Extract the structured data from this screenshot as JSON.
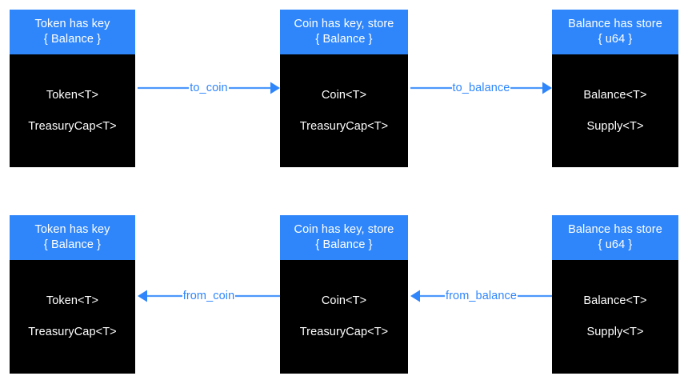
{
  "diagram": {
    "background_color": "#ffffff",
    "accent_color": "#2f86fb",
    "node_body_color": "#000000",
    "node_text_color": "#ffffff",
    "rows": [
      {
        "direction": "left-to-right",
        "nodes": [
          {
            "id": "token-forward",
            "header_line1": "Token has key",
            "header_line2": "{ Balance }",
            "body_line1": "Token<T>",
            "body_line2": "TreasuryCap<T>"
          },
          {
            "id": "coin-forward",
            "header_line1": "Coin has key, store",
            "header_line2": "{ Balance }",
            "body_line1": "Coin<T>",
            "body_line2": "TreasuryCap<T>"
          },
          {
            "id": "balance-forward",
            "header_line1": "Balance has store",
            "header_line2": "{ u64 }",
            "body_line1": "Balance<T>",
            "body_line2": "Supply<T>"
          }
        ],
        "edges": [
          {
            "id": "to-coin",
            "label": "to_coin",
            "direction": "right"
          },
          {
            "id": "to-balance",
            "label": "to_balance",
            "direction": "right"
          }
        ]
      },
      {
        "direction": "right-to-left",
        "nodes": [
          {
            "id": "token-reverse",
            "header_line1": "Token has key",
            "header_line2": "{ Balance }",
            "body_line1": "Token<T>",
            "body_line2": "TreasuryCap<T>"
          },
          {
            "id": "coin-reverse",
            "header_line1": "Coin has key, store",
            "header_line2": "{ Balance }",
            "body_line1": "Coin<T>",
            "body_line2": "TreasuryCap<T>"
          },
          {
            "id": "balance-reverse",
            "header_line1": "Balance has store",
            "header_line2": "{ u64 }",
            "body_line1": "Balance<T>",
            "body_line2": "Supply<T>"
          }
        ],
        "edges": [
          {
            "id": "from-coin",
            "label": "from_coin",
            "direction": "left"
          },
          {
            "id": "from-balance",
            "label": "from_balance",
            "direction": "left"
          }
        ]
      }
    ]
  }
}
